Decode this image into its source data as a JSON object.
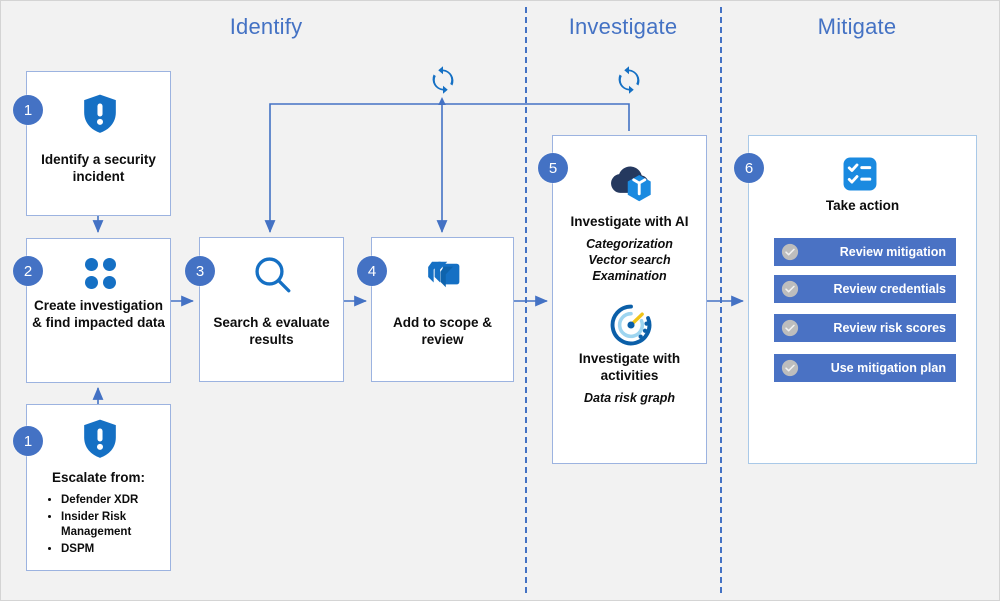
{
  "diagram": {
    "title_identify": "Identify",
    "title_investigate": "Investigate",
    "title_mitigate": "Mitigate",
    "accent_blue": "#4472c4",
    "icon_blue": "#1570c4",
    "background": "#f2f2f2"
  },
  "steps": {
    "step1": {
      "number": "1",
      "label": "Identify a security incident",
      "icon": "shield-alert-icon"
    },
    "step2": {
      "number": "2",
      "label": "Create investigation & find impacted data",
      "icon": "four-dots-icon"
    },
    "escalate": {
      "number": "1",
      "label": "Escalate from:",
      "icon": "shield-alert-icon",
      "items": [
        "Defender XDR",
        "Insider Risk Management",
        "DSPM"
      ]
    },
    "step3": {
      "number": "3",
      "label": "Search & evaluate results",
      "icon": "magnifier-icon"
    },
    "step4": {
      "number": "4",
      "label": "Add to scope & review",
      "icon": "layers-icon"
    },
    "step5": {
      "number": "5",
      "label_ai": "Investigate with AI",
      "icon_ai": "cloud-cube-icon",
      "sub_ai": "Categorization\nVector search\nExamination",
      "sub_ai_line1": "Categorization",
      "sub_ai_line2": "Vector search",
      "sub_ai_line3": "Examination",
      "label_activities": "Investigate with activities",
      "icon_activities": "activity-gauge-icon",
      "sub_activities": "Data risk graph"
    },
    "step6": {
      "number": "6",
      "label": "Take action",
      "icon": "checklist-icon",
      "actions": [
        {
          "label": "Review mitigation",
          "icon": "check-circle-icon"
        },
        {
          "label": "Review credentials",
          "icon": "check-circle-icon"
        },
        {
          "label": "Review risk scores",
          "icon": "check-circle-icon"
        },
        {
          "label": "Use mitigation plan",
          "icon": "check-circle-icon"
        }
      ]
    }
  },
  "connectors": {
    "sync_left": "sync-refresh-icon",
    "sync_right": "sync-refresh-icon"
  }
}
